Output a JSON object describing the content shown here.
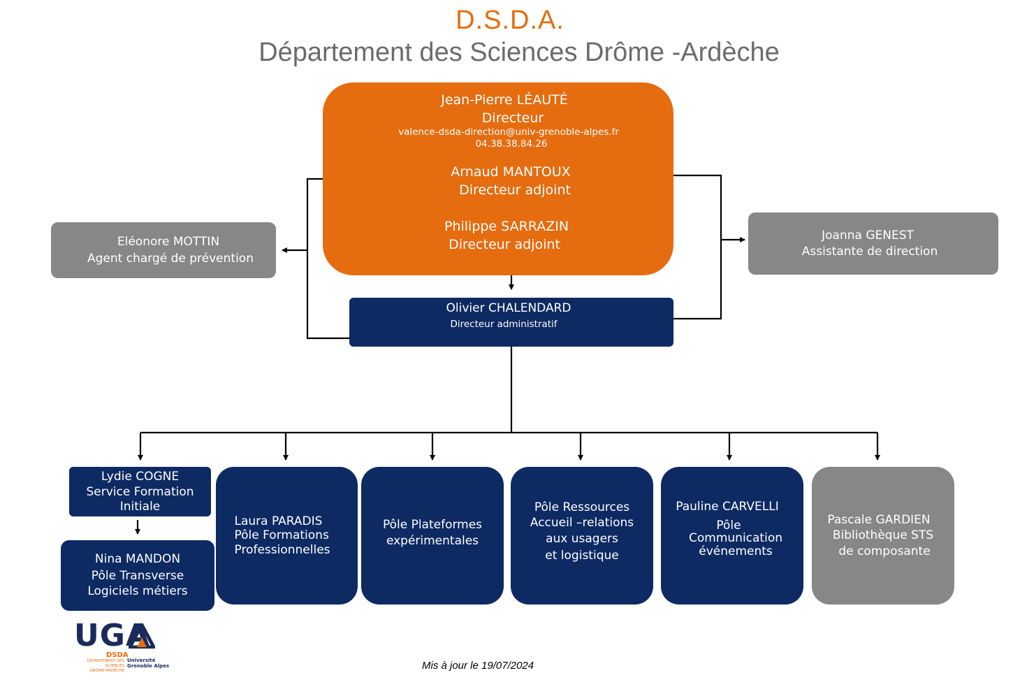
{
  "header": {
    "acronym": "D.S.D.A.",
    "full_name": "Département des Sciences Drôme -Ardèche"
  },
  "direction": {
    "director_name": "Jean-Pierre LÉAUTÉ",
    "director_role": "Directeur",
    "email": "valence-dsda-direction@univ-grenoble-alpes.fr",
    "phone": "04.38.38.84.26",
    "deputy1_name": "Arnaud MANTOUX",
    "deputy1_role": "Directeur adjoint",
    "deputy2_name": "Philippe SARRAZIN",
    "deputy2_role": "Directeur adjoint"
  },
  "prevention": {
    "name": "Eléonore MOTTIN",
    "role": "Agent chargé de prévention"
  },
  "assistant": {
    "name": "Joanna GENEST",
    "role": "Assistante de direction"
  },
  "admin": {
    "name": "Olivier CHALENDARD",
    "role": "Directeur administratif"
  },
  "units": {
    "formation_initiale": {
      "name": "Lydie COGNE",
      "line2": "Service Formation",
      "line3": "Initiale"
    },
    "transverse": {
      "name": "Nina MANDON",
      "line2": "Pôle Transverse",
      "line3": "Logiciels métiers"
    },
    "formations_pro": {
      "name": "Laura PARADIS",
      "line2": "Pôle Formations",
      "line3": "Professionnelles"
    },
    "plateformes": {
      "line1": "Pôle Plateformes",
      "line2": "expérimentales"
    },
    "ressources": {
      "line1": "Pôle Ressources",
      "line2": "Accueil –relations",
      "line3": "aux usagers",
      "line4": "et logistique"
    },
    "communication": {
      "name": "Pauline CARVELLI",
      "line2": "Pôle",
      "line3": "Communication",
      "line4": "événements"
    },
    "bibliotheque": {
      "name": "Pascale GARDIEN",
      "line2": "Bibliothèque STS",
      "line3": "de composante"
    }
  },
  "logo": {
    "brand": "UGA",
    "dept": "DSDA",
    "dept_sub1": "DÉPARTEMENT DES SCIENCES",
    "dept_sub2": "DRÔME-ARDÈCHE",
    "univ1": "Université",
    "univ2": "Grenoble Alpes"
  },
  "footer": {
    "updated": "Mis à jour le 19/07/2024"
  },
  "colors": {
    "orange": "#e56c0f",
    "navy": "#0e2a63",
    "grey": "#878787",
    "title_grey": "#6b6b6b"
  }
}
